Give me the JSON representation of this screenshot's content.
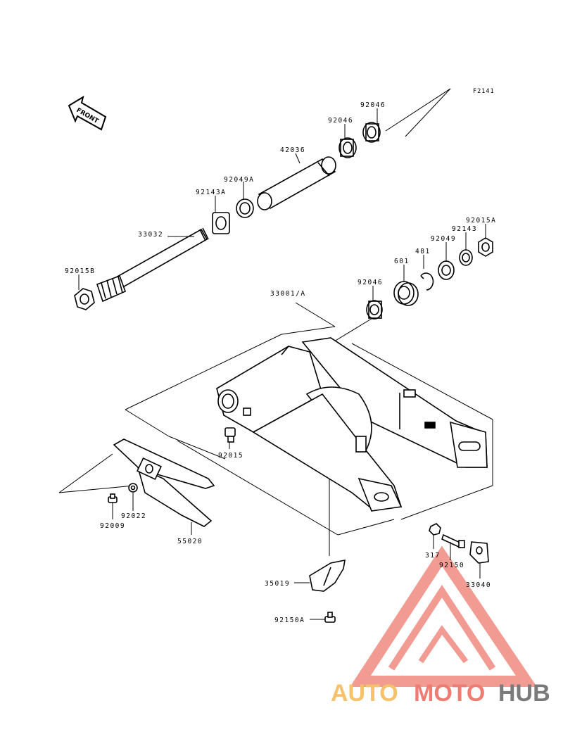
{
  "figure_code": "F2141",
  "front_label": "FRONT",
  "watermark": {
    "part1": "AUTO",
    "part2": "MOTO",
    "part3": "HUB",
    "color1": "#f5c16a",
    "color2": "#ef7c72",
    "color3": "#7a7a7a"
  },
  "parts": {
    "p92046_top": "92046",
    "p92046_mid": "92046",
    "p42036": "42036",
    "p92049A": "92049A",
    "p92143A": "92143A",
    "p33032": "33032",
    "p92015B": "92015B",
    "p92015A": "92015A",
    "p92143": "92143",
    "p92049": "92049",
    "p481": "481",
    "p601": "601",
    "p92046_low": "92046",
    "p33001A": "33001/A",
    "p92015": "92015",
    "p92022": "92022",
    "p92009": "92009",
    "p55020": "55020",
    "p317": "317",
    "p92150": "92150",
    "p33040": "33040",
    "p35019": "35019",
    "p92150A": "92150A"
  }
}
